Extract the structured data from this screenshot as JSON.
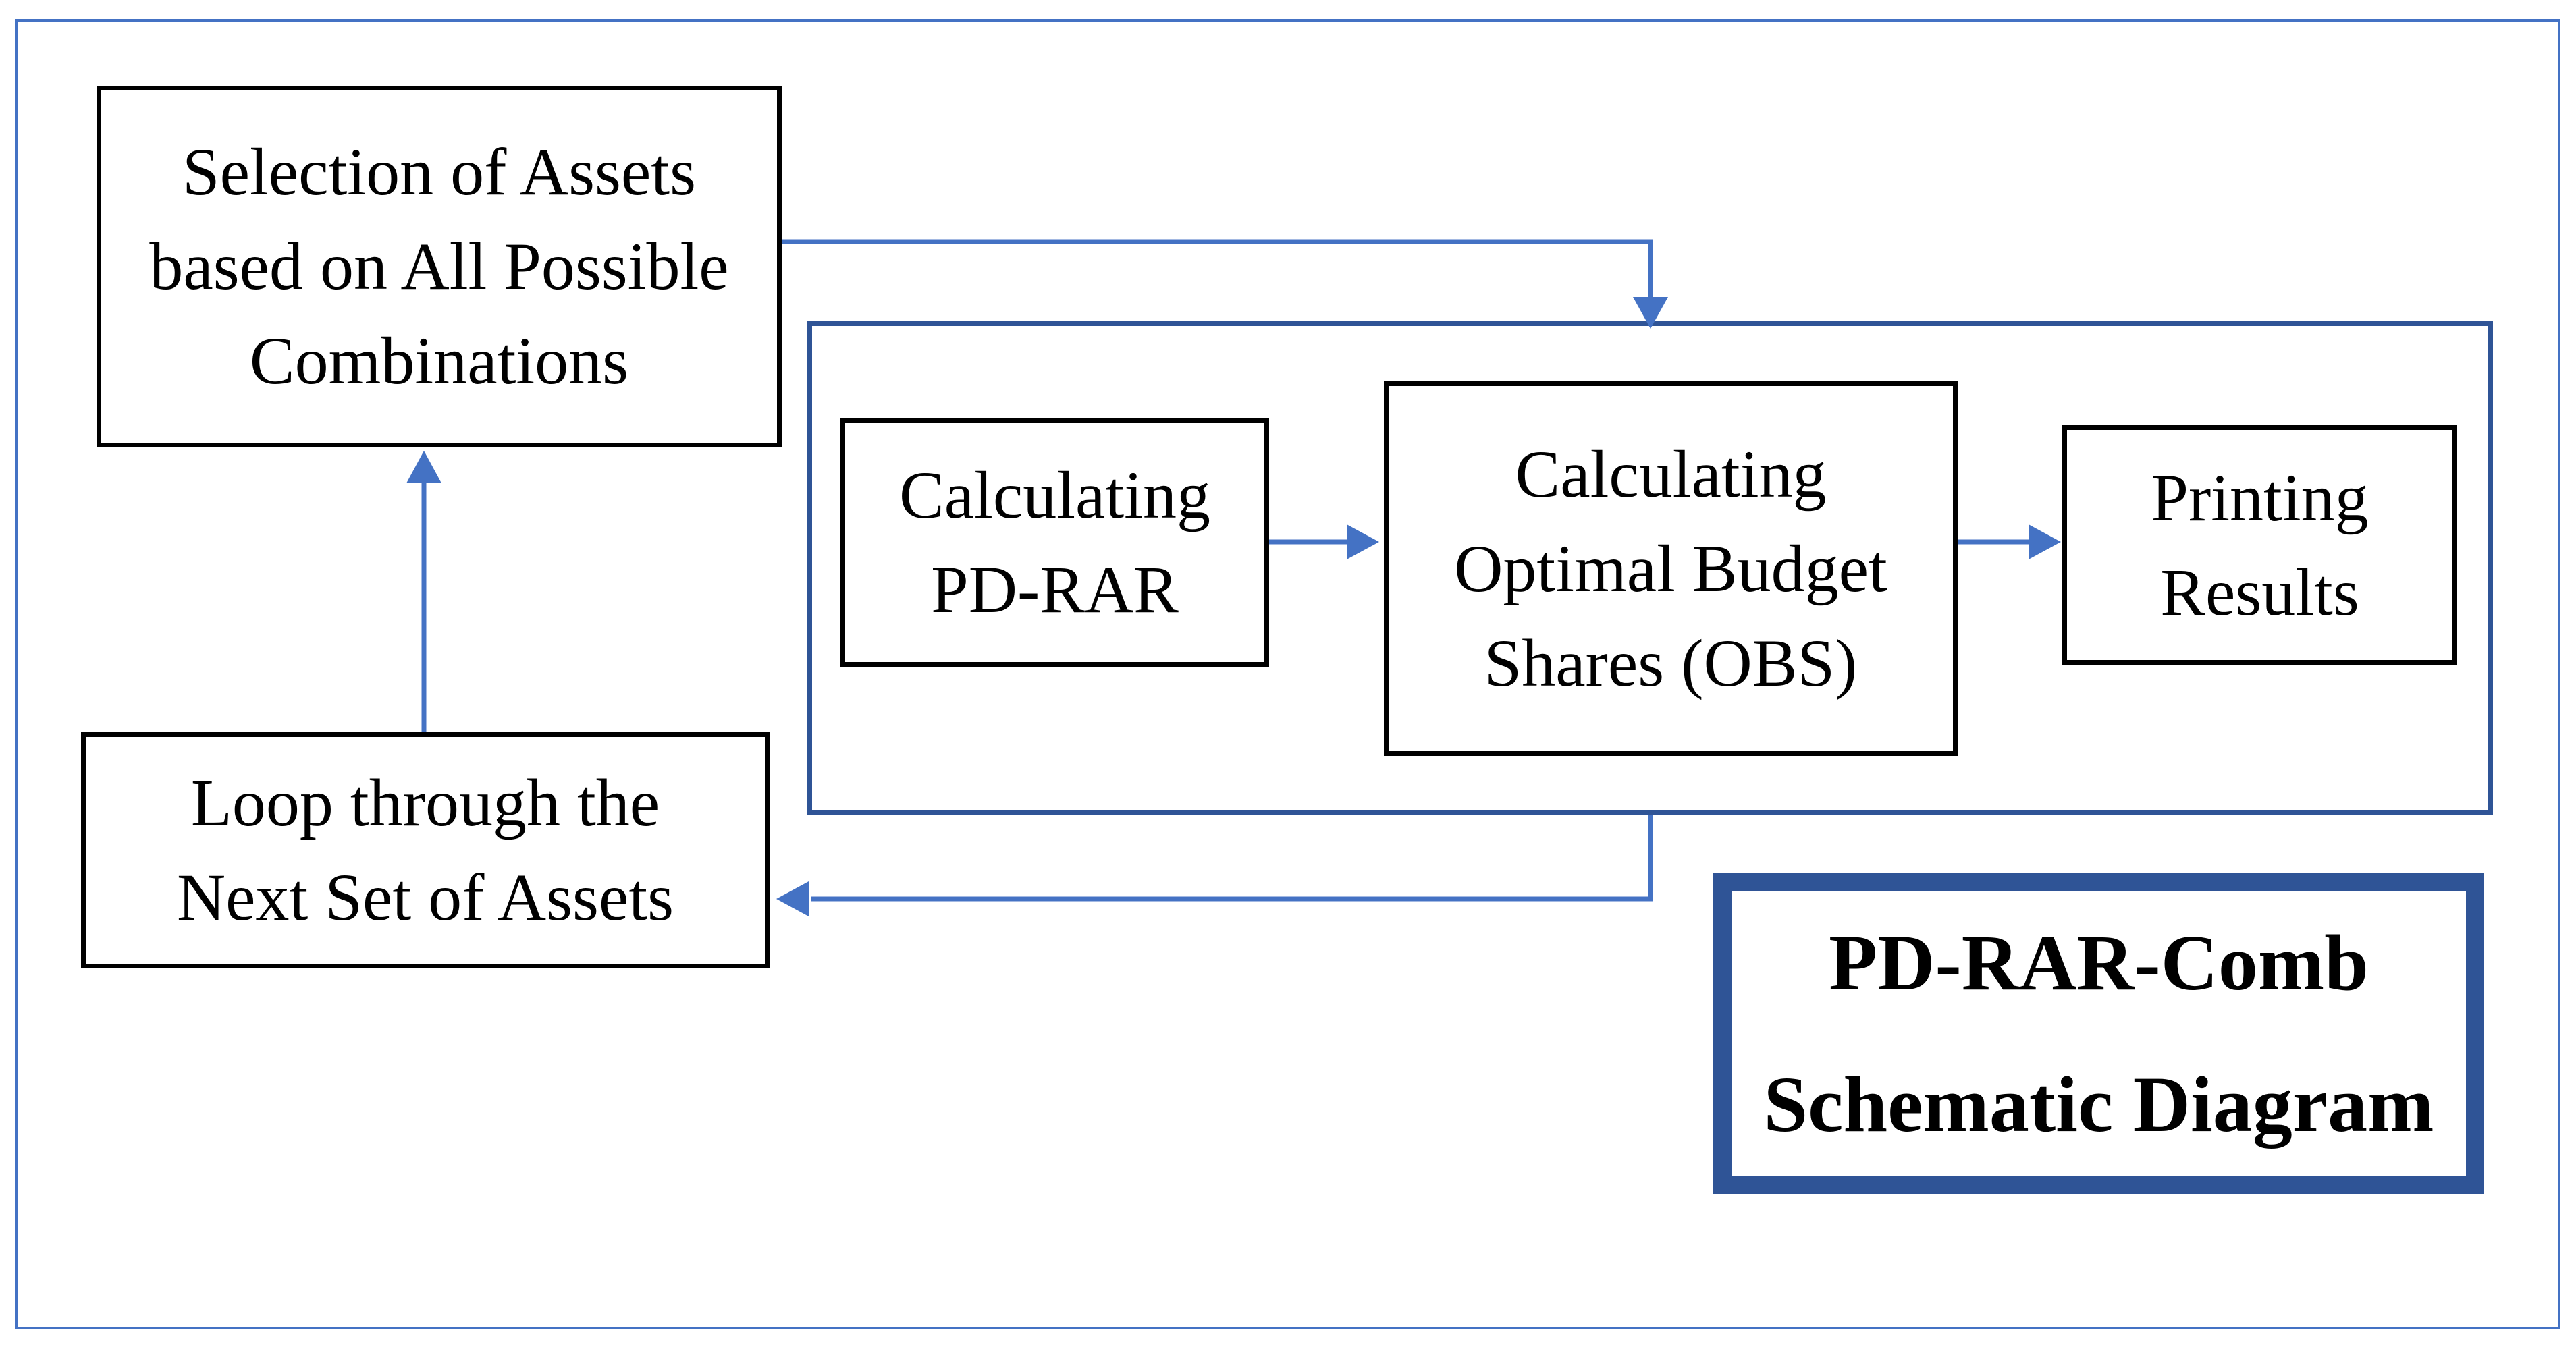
{
  "diagram": {
    "nodes": {
      "selection": {
        "lines": [
          "Selection of Assets",
          "based on All Possible",
          "Combinations"
        ]
      },
      "calc_pdrar": {
        "lines": [
          "Calculating",
          "PD-RAR"
        ]
      },
      "calc_obs": {
        "lines": [
          "Calculating",
          "Optimal Budget",
          "Shares (OBS)"
        ]
      },
      "printing": {
        "lines": [
          "Printing",
          "Results"
        ]
      },
      "loop": {
        "lines": [
          "Loop through the",
          "Next Set of Assets"
        ]
      },
      "title": {
        "lines": [
          "PD-RAR-Comb",
          "Schematic Diagram"
        ]
      }
    },
    "colors": {
      "arrow": "#4472C4",
      "container_border": "#2F5496",
      "outer_border": "#4472C4",
      "node_border": "#000000",
      "title_border": "#2F5496",
      "text": "#000000"
    }
  }
}
